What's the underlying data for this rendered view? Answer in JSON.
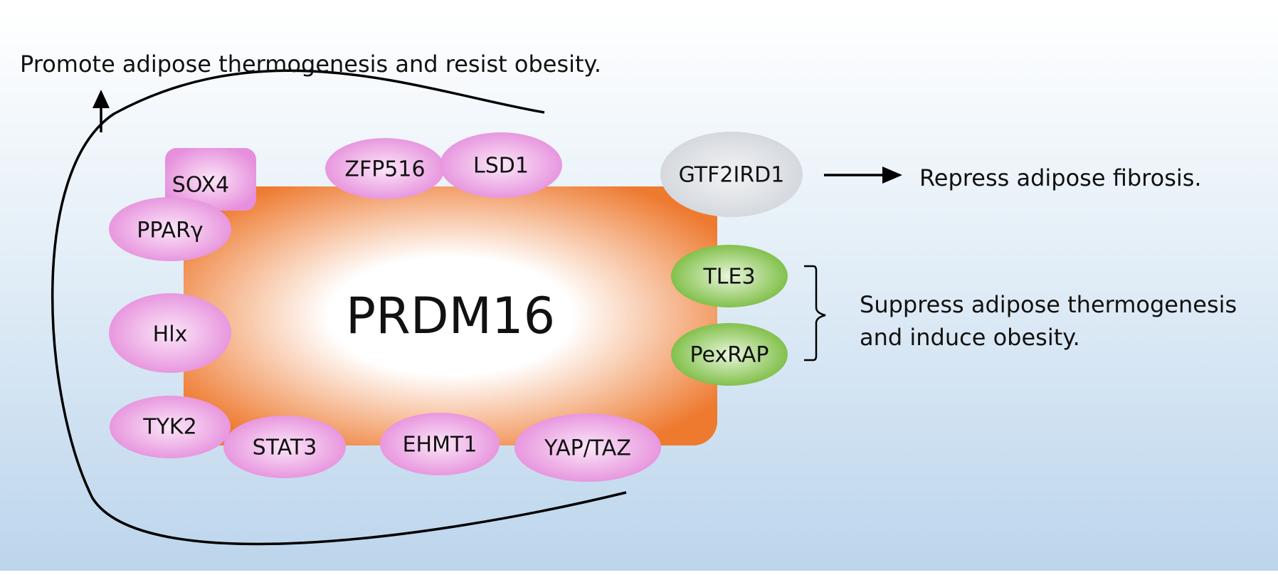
{
  "headings": {
    "top": "Promote adipose thermogenesis and resist obesity.",
    "right_fibrosis": "Repress adipose fibrosis.",
    "right_suppress_line1": "Suppress adipose thermogenesis",
    "right_suppress_line2": "and induce obesity."
  },
  "core": {
    "label": "PRDM16"
  },
  "factors": {
    "sox4": "SOX4",
    "ppar": "PPARγ",
    "zfp516": "ZFP516",
    "lsd1": "LSD1",
    "gtf2ird1": "GTF2IRD1",
    "tle3": "TLE3",
    "pexrap": "PexRAP",
    "hlx": "Hlx",
    "tyk2": "TYK2",
    "stat3": "STAT3",
    "ehmt1": "EHMT1",
    "yaptaz": "YAP/TAZ"
  },
  "colors": {
    "core_edge": "#ee7a30",
    "core_center": "#ffffff",
    "pink_edge": "#e68fdc",
    "pink_center": "#fbe6f8",
    "green_edge": "#78bb3e",
    "green_center": "#e8f6da",
    "gray_edge": "#d2d6dc",
    "gray_center": "#f2f3f5"
  }
}
